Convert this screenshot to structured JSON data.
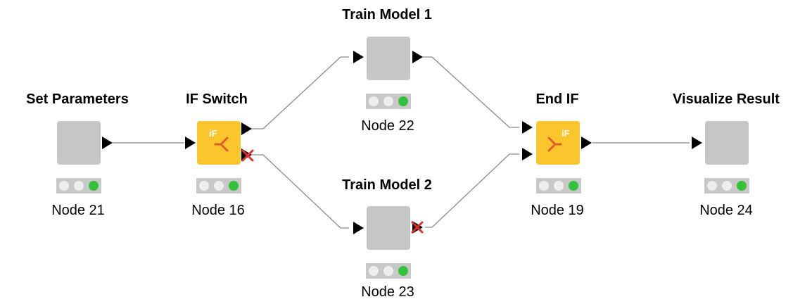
{
  "nodes": {
    "n21": {
      "title": "Set Parameters",
      "label": "Node 21",
      "kind": "gray",
      "status": "executed"
    },
    "n16": {
      "title": "IF Switch",
      "label": "Node 16",
      "kind": "if-switch",
      "icon_text": "iF",
      "status": "executed"
    },
    "n22": {
      "title": "Train Model 1",
      "label": "Node 22",
      "kind": "gray",
      "status": "executed"
    },
    "n23": {
      "title": "Train Model 2",
      "label": "Node 23",
      "kind": "gray",
      "status": "executed"
    },
    "n19": {
      "title": "End IF",
      "label": "Node 19",
      "kind": "end-if",
      "icon_text": "iF",
      "status": "executed"
    },
    "n24": {
      "title": "Visualize Result",
      "label": "Node 24",
      "kind": "gray",
      "status": "executed"
    }
  },
  "connections": [
    {
      "from": "n21",
      "to": "n16",
      "state": "active"
    },
    {
      "from": "n16",
      "to": "n22",
      "state": "active"
    },
    {
      "from": "n16",
      "to": "n23",
      "state": "inactive"
    },
    {
      "from": "n22",
      "to": "n19",
      "state": "active"
    },
    {
      "from": "n23",
      "to": "n19",
      "state": "inactive"
    },
    {
      "from": "n19",
      "to": "n24",
      "state": "active"
    }
  ],
  "colors": {
    "node_gray": "#c6c6c6",
    "node_yellow": "#fbc52e",
    "status_green": "#35c23a",
    "inactive_port": "#e0302c",
    "connection": "#8a8a8a"
  }
}
